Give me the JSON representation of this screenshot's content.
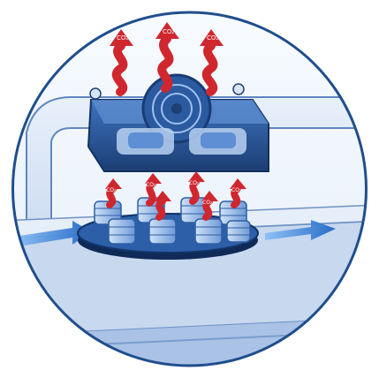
{
  "illustration": {
    "gas_labels": [
      "CO₂",
      "CO₂",
      "CO₂",
      "CO₂",
      "CO₂",
      "CO₂",
      "CO₂",
      "CO₂"
    ],
    "colors": {
      "ring": "#1f4e8c",
      "steel_dark": "#1d3f72",
      "steel_mid": "#3a6db3",
      "steel_light": "#9fc0e6",
      "arrow_blue": "#2f78d1",
      "co2_red": "#d0272f"
    },
    "icons": [
      "fan-icon",
      "gas-arrow-icon",
      "flow-arrow-icon",
      "coin-stack-icon"
    ]
  }
}
